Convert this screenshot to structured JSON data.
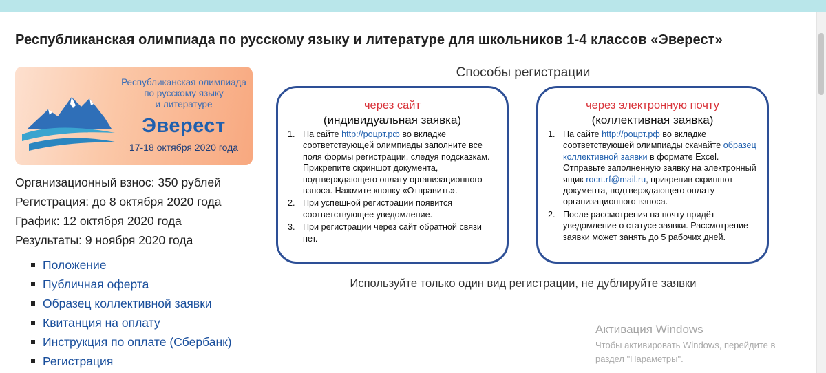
{
  "page": {
    "title": "Республиканская олимпиада по русскому языку и литературе для школьников 1-4 классов «Эверест»"
  },
  "banner": {
    "line1": "Республиканская олимпиада",
    "line2": "по русскому языку",
    "line3": "и литературе",
    "name": "Эверест",
    "dates": "17-18 октября 2020 года"
  },
  "info": {
    "fee": "Организационный взнос: 350 рублей",
    "registration": "Регистрация: до 8 октября 2020 года",
    "schedule": "График: 12 октября 2020 года",
    "results": "Результаты: 9 ноября 2020 года"
  },
  "links": [
    "Положение",
    "Публичная оферта",
    "Образец коллективной заявки",
    "Квитанция на оплату",
    "Инструкция по оплате (Сбербанк)",
    "Регистрация"
  ],
  "registration": {
    "heading": "Способы регистрации",
    "site": {
      "head": "через сайт",
      "sub": "(индивидуальная заявка)",
      "steps": [
        {
          "num": "1.",
          "pre": "На сайте ",
          "link": "http://роцрт.рф",
          "post": " во вкладке соответствующей олимпиады заполните все поля формы регистрации, следуя подсказкам. Прикрепите скриншот документа, подтверждающего оплату организационного взноса. Нажмите кнопку «Отправить»."
        },
        {
          "num": "2.",
          "text": "При успешной регистрации появится соответствующее уведомление."
        },
        {
          "num": "3.",
          "text": "При регистрации через сайт обратной связи нет."
        }
      ]
    },
    "email": {
      "head": "через электронную почту",
      "sub": "(коллективная заявка)",
      "steps": [
        {
          "num": "1.",
          "pre": "На сайте ",
          "link": "http://роцрт.рф",
          "mid": " во вкладке соответствующей олимпиады скачайте ",
          "link2": "образец коллективной заявки",
          "mid2": " в формате Excel. Отправьте заполненную заявку на электронный ящик ",
          "link3": "rocrt.rf@mail.ru",
          "post": ", прикрепив скриншот документа, подтверждающего оплату организационного взноса."
        },
        {
          "num": "2.",
          "text": "После рассмотрения на почту придёт уведомление о статусе заявки. Рассмотрение заявки может занять до 5 рабочих дней."
        }
      ]
    },
    "note": "Используйте только один вид регистрации, не дублируйте заявки"
  },
  "windows": {
    "title": "Активация Windows",
    "line1": "Чтобы активировать Windows, перейдите в",
    "line2": "раздел \"Параметры\"."
  },
  "colors": {
    "top_strip": "#b9e6ea",
    "link": "#1a4f9c",
    "card_border": "#2d4f96",
    "card_head": "#d9333a",
    "banner_text": "#3b6db5"
  }
}
